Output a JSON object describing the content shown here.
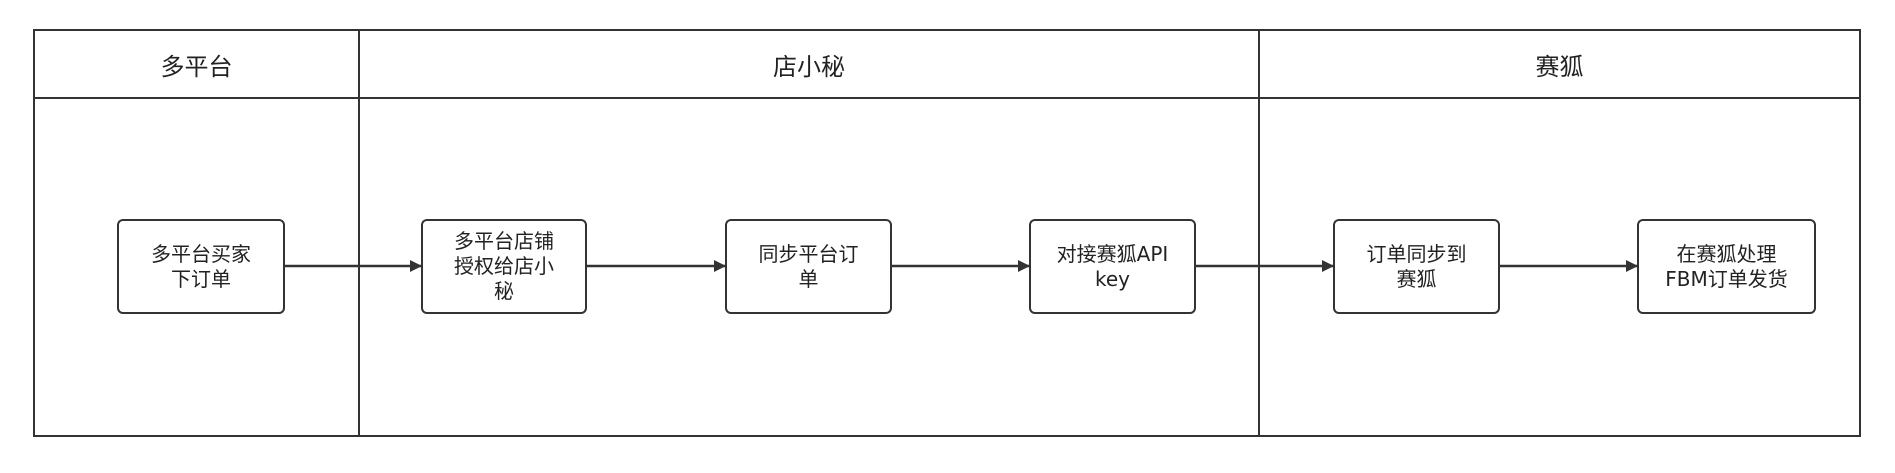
{
  "lanes": [
    {
      "id": "multi-platform",
      "title": "多平台"
    },
    {
      "id": "dianxiaomi",
      "title": "店小秘"
    },
    {
      "id": "saihu",
      "title": "赛狐"
    }
  ],
  "nodes": [
    {
      "id": "buyer-order",
      "text": "多平台买家\n下订单"
    },
    {
      "id": "authorize",
      "text": "多平台店铺\n授权给店小\n秘"
    },
    {
      "id": "sync-orders",
      "text": "同步平台订\n单"
    },
    {
      "id": "api-key",
      "text": "对接赛狐API\nkey"
    },
    {
      "id": "order-sync-saihu",
      "text": "订单同步到\n赛狐"
    },
    {
      "id": "fbm-ship",
      "text": "在赛狐处理\nFBM订单发货"
    }
  ],
  "edges": [
    {
      "from": "buyer-order",
      "to": "authorize"
    },
    {
      "from": "authorize",
      "to": "sync-orders"
    },
    {
      "from": "sync-orders",
      "to": "api-key"
    },
    {
      "from": "api-key",
      "to": "order-sync-saihu"
    },
    {
      "from": "order-sync-saihu",
      "to": "fbm-ship"
    }
  ],
  "colors": {
    "stroke": "#333333",
    "text": "#222222",
    "background": "#ffffff"
  }
}
